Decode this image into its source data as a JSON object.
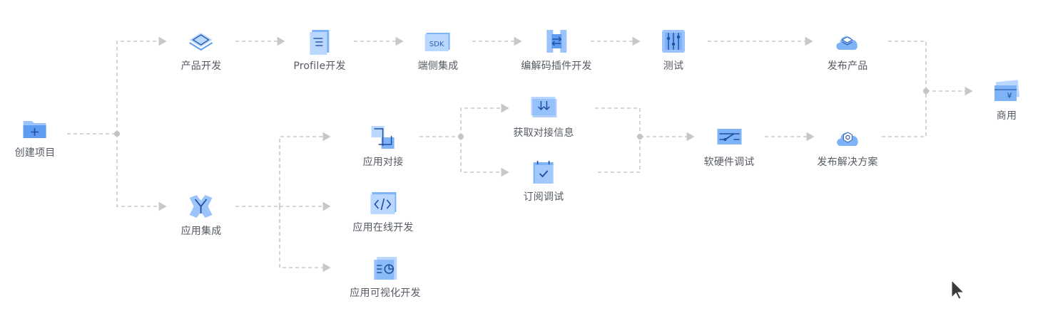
{
  "diagram": {
    "nodes": {
      "create_project": "创建项目",
      "product_dev": "产品开发",
      "profile_dev": "Profile开发",
      "device_integration": "端侧集成",
      "codec_plugin_dev": "编解码插件开发",
      "test": "测试",
      "publish_product": "发布产品",
      "commercial": "商用",
      "app_integration": "应用集成",
      "app_docking": "应用对接",
      "app_online_dev": "应用在线开发",
      "app_visual_dev": "应用可视化开发",
      "get_docking_info": "获取对接信息",
      "subscribe_debug": "订阅调试",
      "hw_sw_debug": "软硬件调试",
      "publish_solution": "发布解决方案"
    },
    "sdk_text": "SDK",
    "yen_text": "¥"
  },
  "colors": {
    "connector": "#c8c8c8",
    "junction": "#c4c4c4",
    "icon_light": "#b9d7ff",
    "icon_mid": "#7fb3f7",
    "icon_dark": "#3f7fe0",
    "label": "#555a63"
  }
}
